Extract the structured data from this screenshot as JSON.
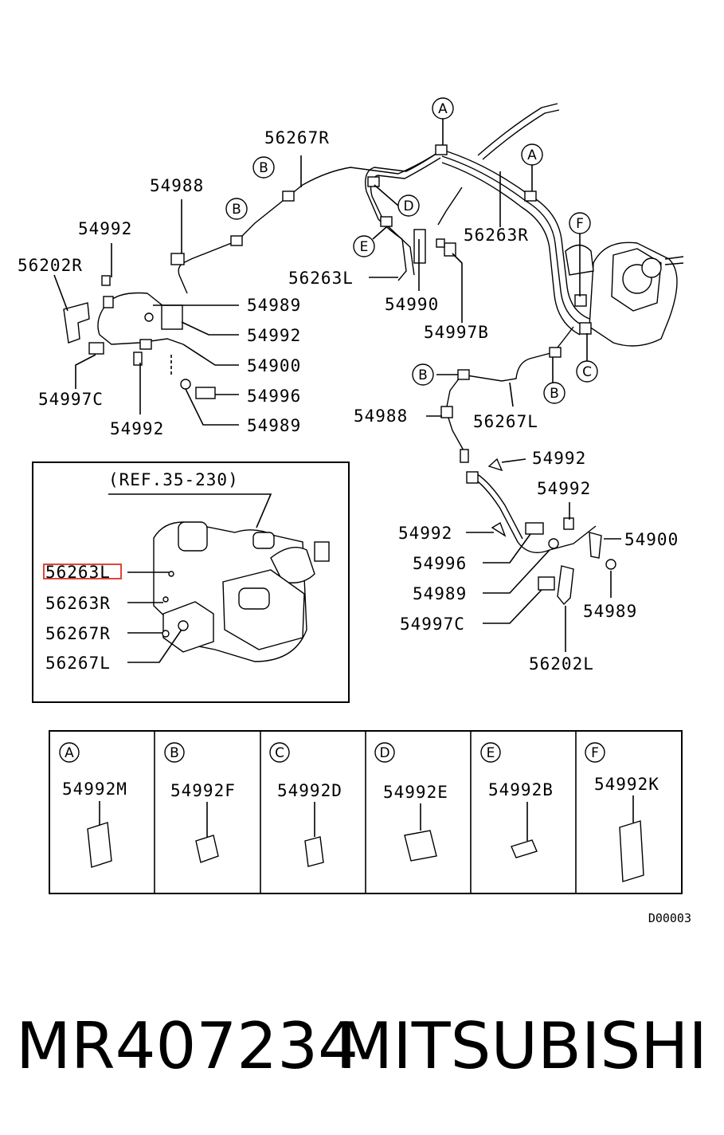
{
  "diagram": {
    "labels": {
      "p56267R_top": "56267R",
      "p54988_top": "54988",
      "p54992_a": "54992",
      "p56202R": "56202R",
      "p54989_a": "54989",
      "p54992_b": "54992",
      "p54900_a": "54900",
      "p54996_a": "54996",
      "p54989_b": "54989",
      "p54997C_a": "54997C",
      "p54992_c": "54992",
      "p56263L_top": "56263L",
      "p54990": "54990",
      "p54997B": "54997B",
      "p56263R_top": "56263R",
      "p54988_mid": "54988",
      "p56267L_mid": "56267L",
      "p54992_d": "54992",
      "p54992_e": "54992",
      "p54992_f": "54992",
      "p54900_b": "54900",
      "p54996_b": "54996",
      "p54989_c": "54989",
      "p54989_d": "54989",
      "p54997C_b": "54997C",
      "p56202L": "56202L"
    },
    "callouts": {
      "A1": "A",
      "A2": "A",
      "B1": "B",
      "B2": "B",
      "B3": "B",
      "B4": "B",
      "C1": "C",
      "D1": "D",
      "E1": "E",
      "F1": "F"
    },
    "inset": {
      "ref": "(REF.35-230)",
      "l1": "56263L",
      "l2": "56263R",
      "l3": "56267R",
      "l4": "56267L"
    },
    "table": [
      {
        "letter": "A",
        "part": "54992M"
      },
      {
        "letter": "B",
        "part": "54992F"
      },
      {
        "letter": "C",
        "part": "54992D"
      },
      {
        "letter": "D",
        "part": "54992E"
      },
      {
        "letter": "E",
        "part": "54992B"
      },
      {
        "letter": "F",
        "part": "54992K"
      }
    ],
    "code": "D00003"
  },
  "footer": {
    "part_number": "MR407234",
    "brand": "MITSUBISHI"
  },
  "highlight_color": "#e0443c"
}
